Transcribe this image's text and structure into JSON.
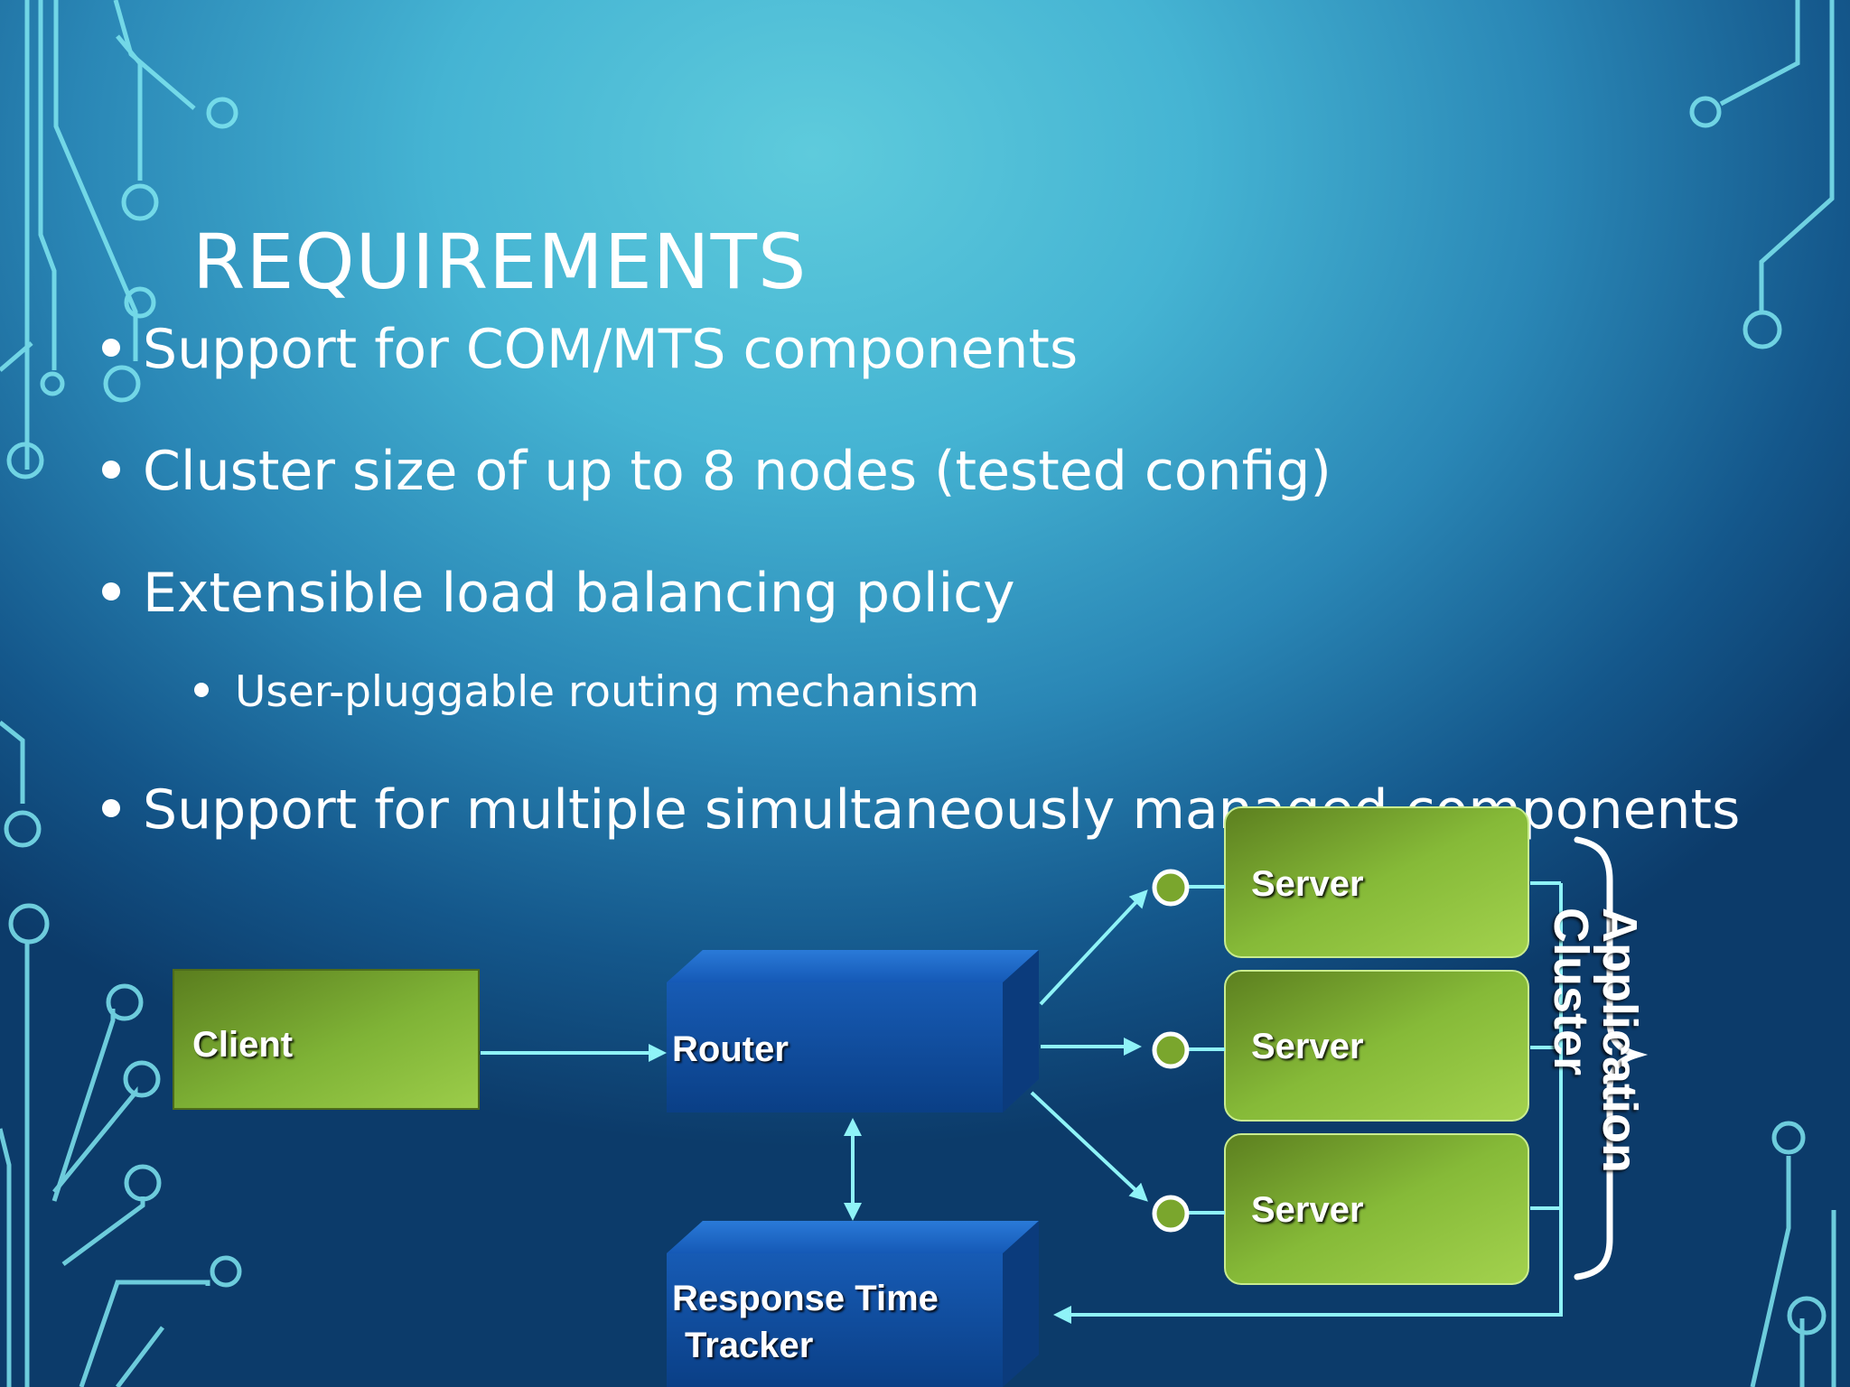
{
  "title": "REQUIREMENTS",
  "bullets": [
    "Support for COM/MTS components",
    "Cluster size of up to 8 nodes (tested config)",
    "Extensible load balancing policy",
    "User-pluggable routing mechanism",
    "Support for multiple simultaneously managed components"
  ],
  "diagram": {
    "client": "Client",
    "router": "Router",
    "servers": [
      "Server",
      "Server",
      "Server"
    ],
    "tracker_line1": "Response Time",
    "tracker_line2": "Tracker",
    "cluster_line1": "Application",
    "cluster_line2": "Cluster"
  },
  "colors": {
    "background_light": "#5ecbdc",
    "background_dark": "#0c3b6a",
    "circuit_lines": "#7fe8f2",
    "green_box": "#8cbf3a",
    "blue_box": "#0d4d9e",
    "arrow": "#8ff3f7"
  }
}
